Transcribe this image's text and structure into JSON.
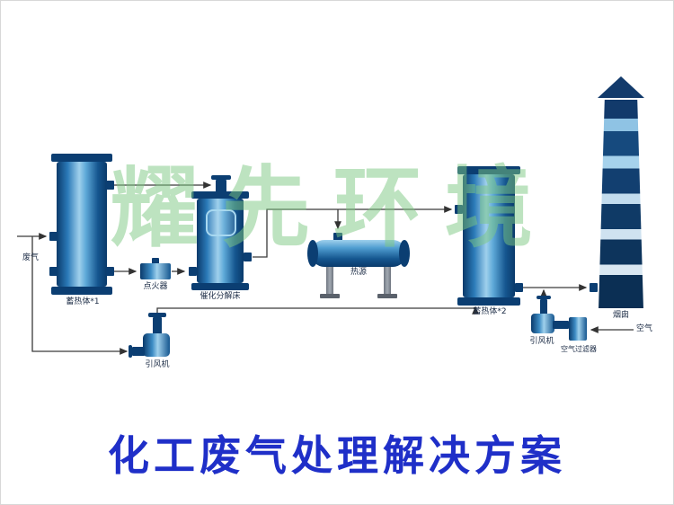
{
  "title": "化工废气处理解决方案",
  "watermark": "耀先环境",
  "labels": {
    "waste_gas": "废气",
    "regenerator_1": "蓄热体*1",
    "igniter": "点火器",
    "catalytic_bed": "催化分解床",
    "heat_source": "热源",
    "regenerator_2": "蓄热体*2",
    "fan_left": "引风机",
    "fan_right": "引风机",
    "air_filter": "空气过滤器",
    "air": "空气",
    "chimney": "烟囱"
  },
  "colors": {
    "equipment_primary": "#1565a8",
    "equipment_dark": "#0b3e72",
    "equipment_light": "#8cc6e8",
    "title_text": "#1f2fc8",
    "watermark_green": "#7ec882",
    "line": "#333333"
  }
}
